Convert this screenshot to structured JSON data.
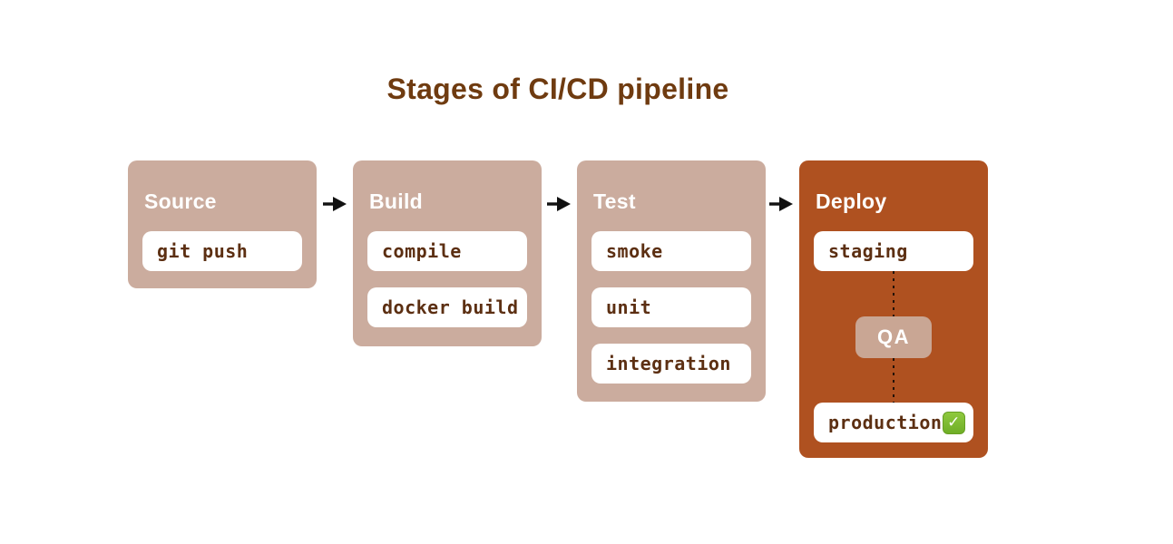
{
  "title": "Stages of CI/CD pipeline",
  "stages": [
    {
      "label": "Source",
      "items": [
        {
          "label": "git push"
        }
      ]
    },
    {
      "label": "Build",
      "items": [
        {
          "label": "compile"
        },
        {
          "label": "docker build"
        }
      ]
    },
    {
      "label": "Test",
      "items": [
        {
          "label": "smoke"
        },
        {
          "label": "unit"
        },
        {
          "label": "integration"
        }
      ]
    },
    {
      "label": "Deploy",
      "items": [
        {
          "label": "staging"
        },
        {
          "label": "QA"
        },
        {
          "label": "production"
        }
      ],
      "qa_gate": "QA",
      "production_checked": true
    }
  ],
  "icons": {
    "arrow": "right-arrow",
    "check": "✓"
  },
  "colors": {
    "background": "#FFFFFF",
    "stage_fill": "#CBAC9E",
    "deploy_fill": "#AF5120",
    "title_text": "#6F3B10",
    "stage_label_text": "#FFFFFF",
    "item_fill": "#FFFFFF",
    "item_text": "#5C2F12",
    "qa_badge_fill": "#C9A694",
    "qa_badge_text": "#FFFFFF",
    "check_green": "#7CB83C",
    "arrow_black": "#111111",
    "dotted_connector": "#241208"
  }
}
